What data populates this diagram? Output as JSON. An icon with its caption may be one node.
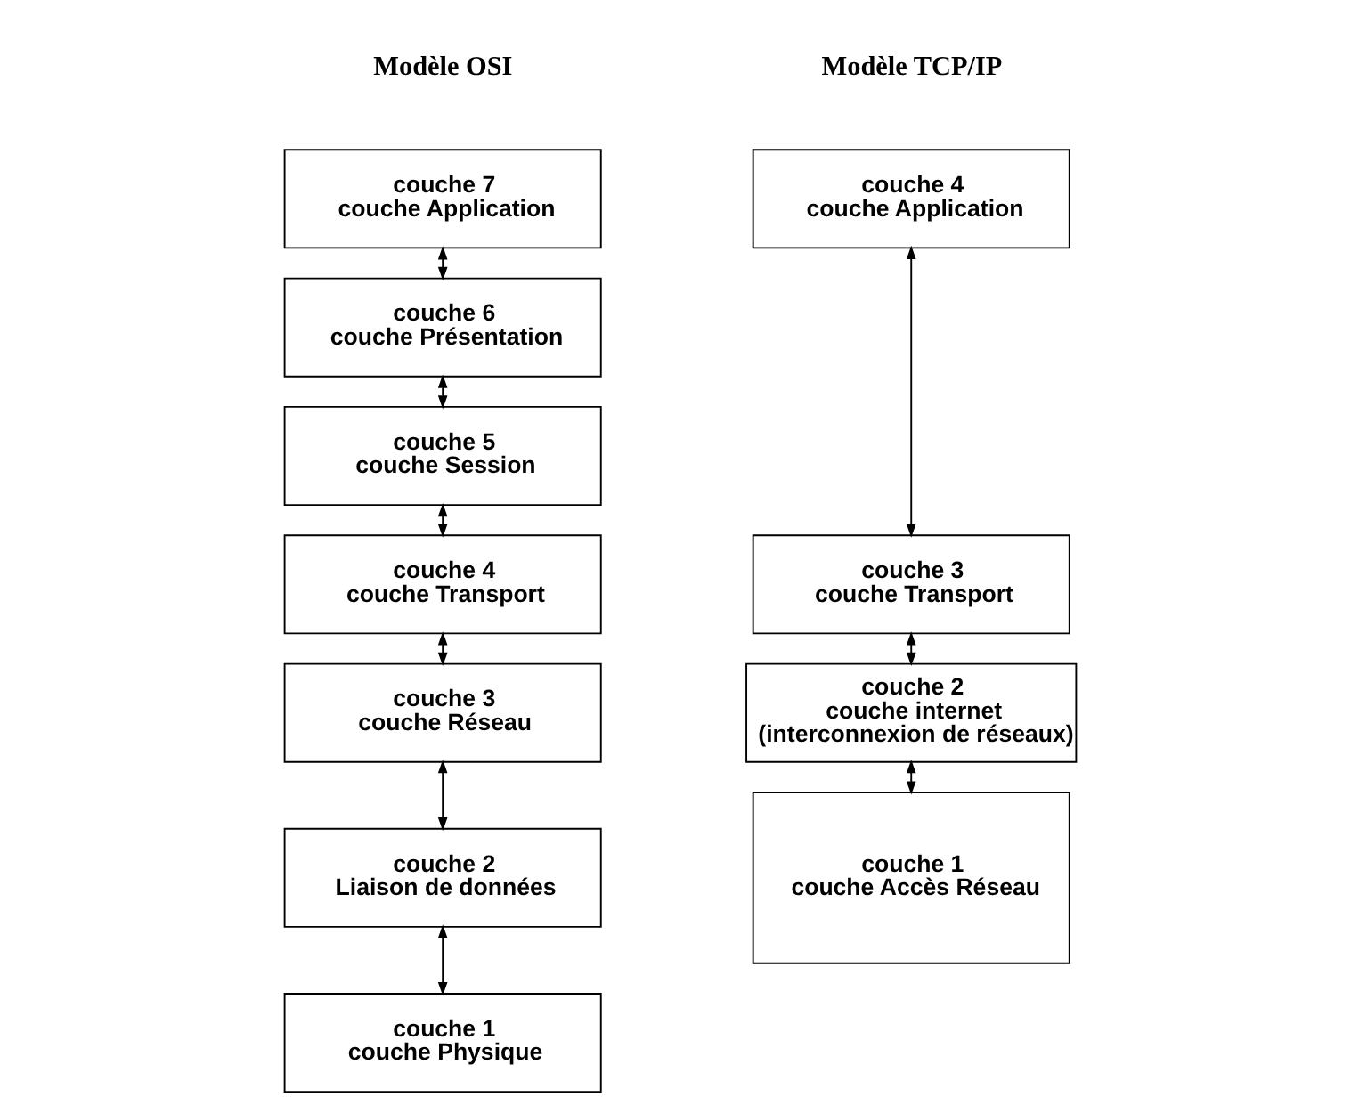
{
  "diagram": {
    "nodes": [
      {
        "text": [
          "couche 7",
          "couche Application"
        ]
      },
      {
        "text": [
          "couche 6",
          "couche Présentation"
        ]
      },
      {
        "text": [
          "couche 5",
          "couche Session"
        ]
      },
      {
        "text": [
          "couche 4",
          "couche Transport"
        ]
      },
      {
        "text": [
          "couche 3",
          "couche Réseau"
        ]
      },
      {
        "text": [
          "couche 2",
          "Liaison de données"
        ]
      },
      {
        "text": [
          "couche 1",
          "couche Physique"
        ]
      },
      {
        "text": [
          "couche 4",
          "couche Application"
        ]
      },
      {
        "text": [
          "couche 3",
          "couche Transport"
        ]
      },
      {
        "text": [
          "couche 2",
          "couche internet",
          "(interconnexion de réseaux)"
        ]
      },
      {
        "text": [
          "couche 1",
          "couche Accès Réseau"
        ]
      }
    ],
    "edges": [
      {
        "from": 0,
        "to": 1,
        "arrow": "both"
      },
      {
        "from": 1,
        "to": 2,
        "arrow": "both"
      },
      {
        "from": 2,
        "to": 3,
        "arrow": "both"
      },
      {
        "from": 3,
        "to": 4,
        "arrow": "both"
      },
      {
        "from": 4,
        "to": 5,
        "arrow": "both"
      },
      {
        "from": 5,
        "to": 6,
        "arrow": "both"
      },
      {
        "from": 7,
        "to": 8,
        "arrow": "both"
      },
      {
        "from": 8,
        "to": 9,
        "arrow": "both"
      },
      {
        "from": 9,
        "to": 10,
        "arrow": "both"
      }
    ],
    "labels": [
      "Modèle OSI",
      "Modèle TCP/IP"
    ]
  }
}
